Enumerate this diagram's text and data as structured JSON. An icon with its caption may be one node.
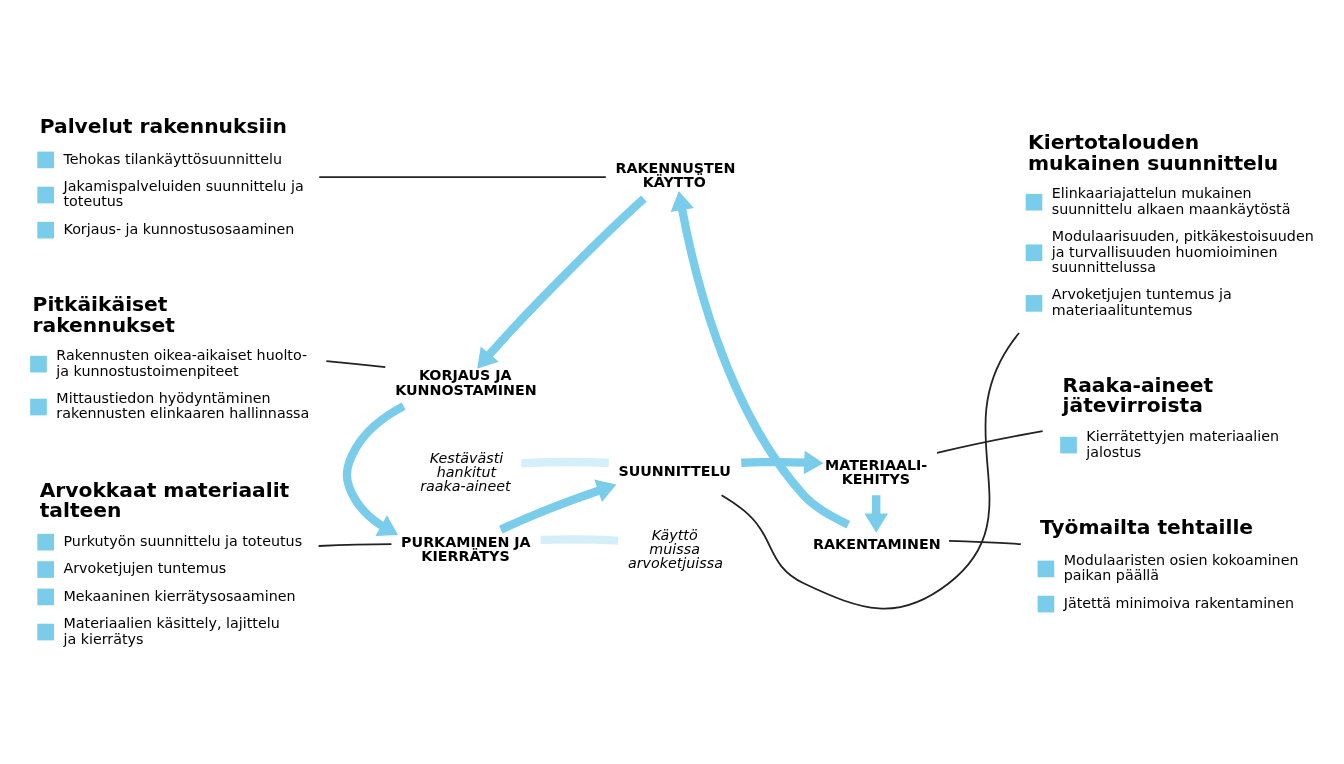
{
  "diagram": {
    "nodes": [
      {
        "text": [
          "SUUNNITTELU"
        ]
      },
      {
        "text": [
          "MATERIAALI- KEHITYS"
        ]
      },
      {
        "text": [
          "RAKENTAMINEN"
        ]
      },
      {
        "text": [
          "RAKENNUSTEN KÄYTTÖ"
        ]
      },
      {
        "text": [
          "KORJAUS JA KUNNOSTAMINEN"
        ]
      },
      {
        "text": [
          "PURKAMINEN JA KIERRÄTYS"
        ]
      },
      {
        "text": [
          "Kestävästi hankitut raaka-aineet"
        ]
      },
      {
        "text": [
          "Käyttö muissa arvoketjuissa"
        ]
      },
      {
        "text": [
          "Kiertotalouden mukainen suunnittelu",
          "Elinkaariajattelun mukainen suunnittelu alkaen maankäytöstä",
          "Modulaarisuuden, pitkäkestoisuuden ja turvallisuuden huomioiminen suunnittelussa",
          "Arvoketjujen tuntemus ja materiaalituntemus"
        ]
      },
      {
        "text": [
          "Raaka-aineet jätevirroista",
          "Kierrätettyjen materiaalien jalostus"
        ]
      },
      {
        "text": [
          "Työmailta tehtaille",
          "Modulaaristen osien kokoaminen paikan päällä",
          "Jätettä minimoiva rakentaminen"
        ]
      },
      {
        "text": [
          "Arvokkaat materiaalit talteen",
          "Purkutyön suunnittelu ja toteutus",
          "Arvoketjujen tuntemus",
          "Mekaaninen kierrätysosaaminen",
          "Materiaalien käsittely, lajittelu ja kierrätys"
        ]
      },
      {
        "text": [
          "Pitkäikäiset rakennukset",
          "Rakennusten oikea-aikaiset huolto- ja kunnostustoimenpiteet",
          "Mittaustiedon hyödyntäminen rakennusten elinkaaren hallinnassa"
        ]
      },
      {
        "text": [
          "Palvelut rakennuksiin",
          "Tehokas tilankäyttösuunnittelu",
          "Jakamispalveluiden suunnittelu ja toteutus",
          "Korjaus- ja kunnostusosaaminen"
        ]
      }
    ],
    "edges": [
      {
        "from": 0,
        "to": 1,
        "arrow": "to"
      },
      {
        "from": 1,
        "to": 2,
        "arrow": "to"
      },
      {
        "from": 2,
        "to": 3,
        "arrow": "to"
      },
      {
        "from": 3,
        "to": 4,
        "arrow": "to"
      },
      {
        "from": 4,
        "to": 5,
        "arrow": "to"
      },
      {
        "from": 5,
        "to": 0,
        "arrow": "to"
      },
      {
        "from": 6,
        "to": 0,
        "arrow": "none",
        "color": "#d4eff7"
      },
      {
        "from": 5,
        "to": 7,
        "arrow": "none",
        "color": "#d4eff7"
      },
      {
        "from": 8,
        "to": 0,
        "arrow": "none",
        "color": "#222222"
      },
      {
        "from": 9,
        "to": 1,
        "arrow": "none",
        "color": "#222222"
      },
      {
        "from": 10,
        "to": 2,
        "arrow": "none",
        "color": "#222222"
      },
      {
        "from": 11,
        "to": 5,
        "arrow": "none",
        "color": "#222222"
      },
      {
        "from": 12,
        "to": 4,
        "arrow": "none",
        "color": "#222222"
      },
      {
        "from": 13,
        "to": 3,
        "arrow": "none",
        "color": "#222222"
      }
    ]
  }
}
